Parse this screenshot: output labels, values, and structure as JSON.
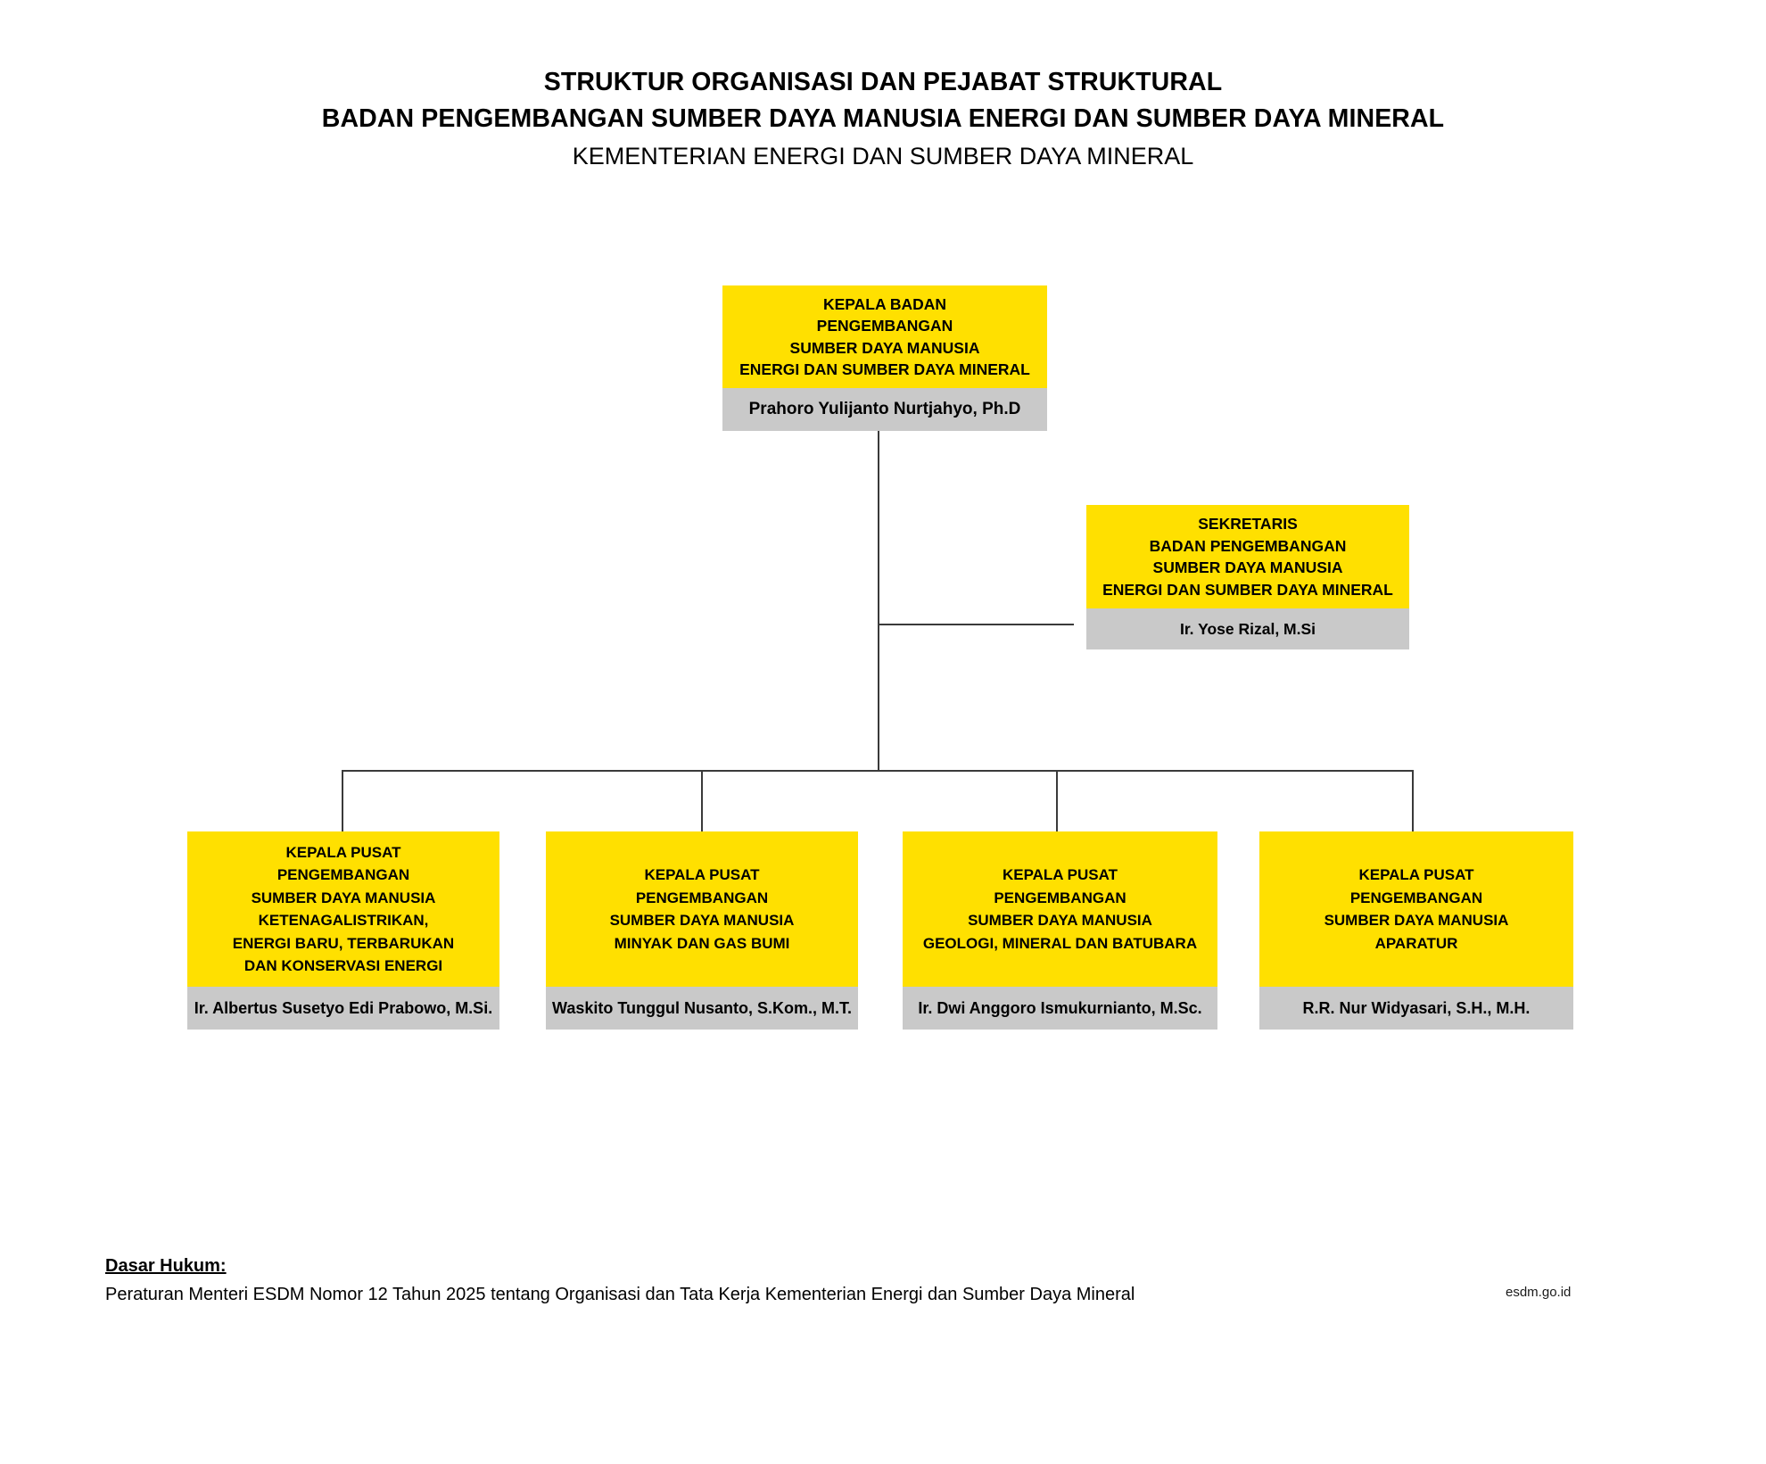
{
  "document": {
    "title_line_1": "STRUKTUR ORGANISASI DAN PEJABAT STRUKTURAL",
    "title_line_2": "BADAN PENGEMBANGAN SUMBER DAYA MANUSIA ENERGI DAN SUMBER DAYA MINERAL",
    "title_line_3": "KEMENTERIAN ENERGI DAN SUMBER DAYA MINERAL"
  },
  "colors": {
    "box_header": "#FFE000",
    "box_name": "#C9C9C9",
    "line": "#3a3a3a",
    "text": "#000000",
    "background": "#FFFFFF"
  },
  "chart": {
    "root": {
      "title_lines": [
        "KEPALA BADAN",
        "PENGEMBANGAN",
        "SUMBER DAYA MANUSIA",
        "ENERGI DAN SUMBER DAYA MINERAL"
      ],
      "officer": "Prahoro Yulijanto Nurtjahyo, Ph.D"
    },
    "staff": {
      "title_lines": [
        "SEKRETARIS",
        "BADAN PENGEMBANGAN",
        "SUMBER DAYA MANUSIA",
        "ENERGI DAN SUMBER DAYA MINERAL"
      ],
      "officer": "Ir. Yose Rizal, M.Si"
    },
    "units": [
      {
        "title_lines": [
          "KEPALA PUSAT",
          "PENGEMBANGAN",
          "SUMBER DAYA MANUSIA",
          "KETENAGALISTRIKAN,",
          "ENERGI BARU, TERBARUKAN",
          "DAN KONSERVASI ENERGI"
        ],
        "officer": "Ir. Albertus Susetyo Edi Prabowo, M.Si."
      },
      {
        "title_lines": [
          "KEPALA PUSAT",
          "PENGEMBANGAN",
          "SUMBER DAYA MANUSIA",
          "MINYAK DAN GAS BUMI"
        ],
        "officer": "Waskito Tunggul Nusanto, S.Kom., M.T."
      },
      {
        "title_lines": [
          "KEPALA PUSAT",
          "PENGEMBANGAN",
          "SUMBER DAYA MANUSIA",
          "GEOLOGI, MINERAL DAN BATUBARA"
        ],
        "officer": "Ir. Dwi Anggoro Ismukurnianto, M.Sc."
      },
      {
        "title_lines": [
          "KEPALA PUSAT",
          "PENGEMBANGAN",
          "SUMBER DAYA MANUSIA",
          "APARATUR"
        ],
        "officer": "R.R. Nur Widyasari, S.H., M.H."
      }
    ]
  },
  "footer": {
    "legal_title": "Dasar Hukum:",
    "legal_body": "Peraturan Menteri ESDM Nomor 12 Tahun 2025 tentang Organisasi dan Tata Kerja Kementerian Energi dan Sumber Daya Mineral",
    "site": "esdm.go.id"
  }
}
